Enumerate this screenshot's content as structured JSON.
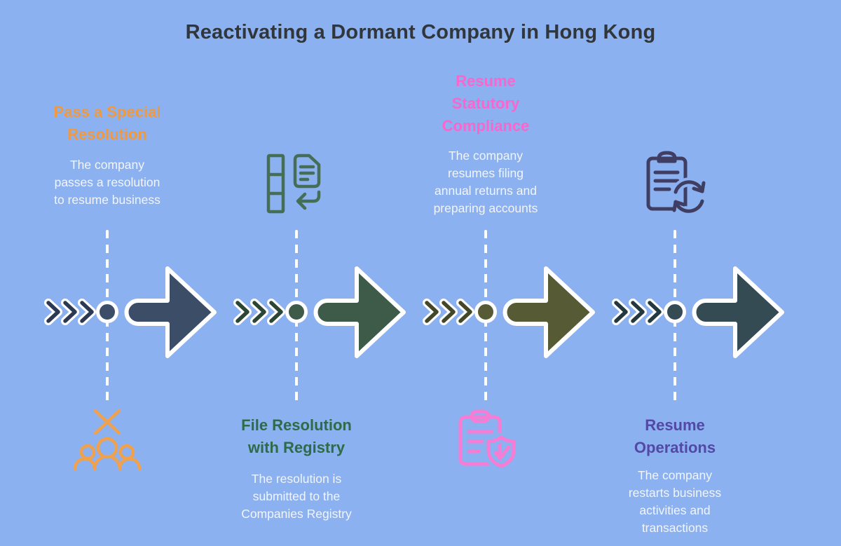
{
  "title": "Reactivating a Dormant Company in Hong Kong",
  "colors": {
    "background": "#8CB1F0",
    "title": "#30363C",
    "body_text": "#F2F5F9",
    "outline_white": "#FFFFFF",
    "dash_line": "#FFFFFF"
  },
  "steps": [
    {
      "heading_lines": [
        "Pass a Special",
        "Resolution"
      ],
      "description_lines": [
        "The company",
        "passes a resolution",
        "to resume business"
      ],
      "heading_color": "#F0993F",
      "icon_name": "vote-people-icon",
      "icon_color": "#F0A14E",
      "arrow_color": "#3C4D68",
      "chevron_color": "#2B3A52"
    },
    {
      "heading_lines": [
        "File Resolution",
        "with Registry"
      ],
      "description_lines": [
        "The resolution is",
        "submitted to the",
        "Companies Registry"
      ],
      "heading_color": "#2E6B48",
      "icon_name": "document-submit-icon",
      "icon_color": "#456E57",
      "arrow_color": "#3E5A48",
      "chevron_color": "#2C4636"
    },
    {
      "heading_lines": [
        "Resume",
        "Statutory",
        "Compliance"
      ],
      "description_lines": [
        "The company",
        "resumes filing",
        "annual returns and",
        "preparing accounts"
      ],
      "heading_color": "#F767CE",
      "icon_name": "clipboard-shield-icon",
      "icon_color": "#F77CD3",
      "arrow_color": "#565B36",
      "chevron_color": "#43482A"
    },
    {
      "heading_lines": [
        "Resume",
        "Operations"
      ],
      "description_lines": [
        "The company",
        "restarts business",
        "activities and",
        "transactions"
      ],
      "heading_color": "#5348A5",
      "icon_name": "clipboard-refresh-icon",
      "icon_color": "#403D63",
      "arrow_color": "#344B53",
      "chevron_color": "#24383F"
    }
  ]
}
